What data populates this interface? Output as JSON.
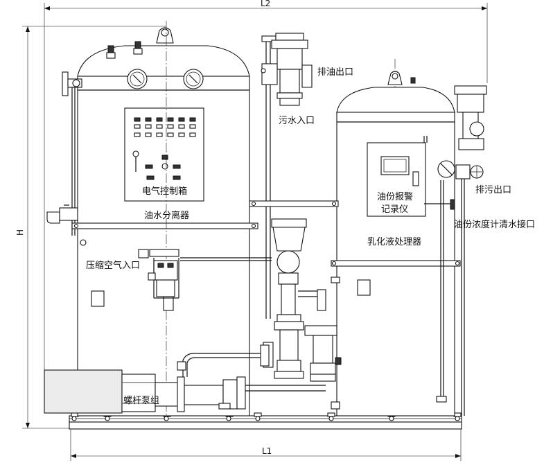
{
  "dimensions": {
    "top": "L2",
    "bottom": "L1",
    "height": "H"
  },
  "labels": {
    "oil_discharge_outlet": "排油出口",
    "sewage_inlet": "污水入口",
    "electric_control_box": "电气控制箱",
    "oil_water_separator": "油水分离器",
    "oil_alarm_recorder_line1": "油份报警",
    "oil_alarm_recorder_line2": "记录仪",
    "drain_outlet": "排污出口",
    "oil_meter_flush_port": "油份浓度计清水接口",
    "emulsion_processor": "乳化液处理器",
    "compressed_air_inlet": "压缩空气入口",
    "screw_pump": "螺杆泵组"
  }
}
